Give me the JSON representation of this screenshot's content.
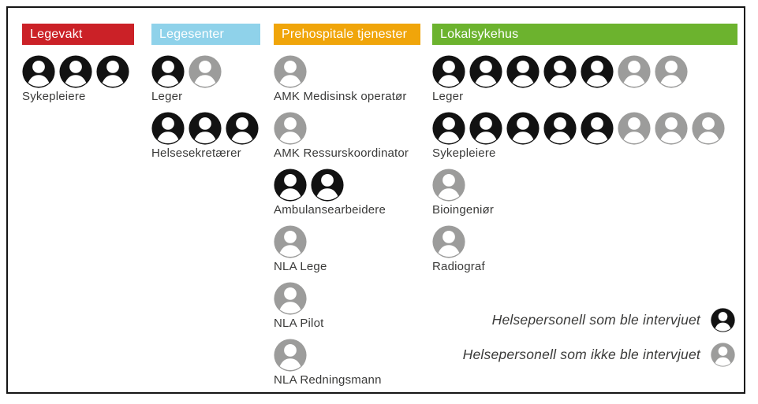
{
  "colors": {
    "interviewed_icon": "#121212",
    "not_interviewed_icon": "#9c9c9b",
    "text": "#3a3a39",
    "frame_border": "#151515",
    "header_text": "#ffffff"
  },
  "chart_data": {
    "type": "pictogram",
    "unit": "person",
    "legend_position": "bottom-right",
    "legend": [
      {
        "label": "Helsepersonell som ble intervjuet",
        "status": "interviewed"
      },
      {
        "label": "Helsepersonell som ikke ble intervjuet",
        "status": "not_interviewed"
      }
    ],
    "icon_colors": {
      "interviewed": "#121212",
      "not_interviewed": "#9c9c9b"
    },
    "groups": [
      {
        "category": "Legevakt",
        "header_color": "#cb2127",
        "roles": [
          {
            "role": "Sykepleiere",
            "interviewed": 3,
            "not_interviewed": 0
          }
        ]
      },
      {
        "category": "Legesenter",
        "header_color": "#8fd2ea",
        "roles": [
          {
            "role": "Leger",
            "interviewed": 1,
            "not_interviewed": 1
          },
          {
            "role": "Helsesekretærer",
            "interviewed": 3,
            "not_interviewed": 0
          }
        ]
      },
      {
        "category": "Prehospitale tjenester",
        "header_color": "#f0a50a",
        "roles": [
          {
            "role": "AMK Medisinsk operatør",
            "interviewed": 0,
            "not_interviewed": 1
          },
          {
            "role": "AMK Ressurskoordinator",
            "interviewed": 0,
            "not_interviewed": 1
          },
          {
            "role": "Ambulansearbeidere",
            "interviewed": 2,
            "not_interviewed": 0
          },
          {
            "role": "NLA Lege",
            "interviewed": 0,
            "not_interviewed": 1
          },
          {
            "role": "NLA Pilot",
            "interviewed": 0,
            "not_interviewed": 1
          },
          {
            "role": "NLA Redningsmann",
            "interviewed": 0,
            "not_interviewed": 1
          }
        ]
      },
      {
        "category": "Lokalsykehus",
        "header_color": "#6cb32e",
        "roles": [
          {
            "role": "Leger",
            "interviewed": 5,
            "not_interviewed": 2
          },
          {
            "role": "Sykepleiere",
            "interviewed": 5,
            "not_interviewed": 3
          },
          {
            "role": "Bioingeniør",
            "interviewed": 0,
            "not_interviewed": 1
          },
          {
            "role": "Radiograf",
            "interviewed": 0,
            "not_interviewed": 1
          }
        ]
      }
    ]
  }
}
